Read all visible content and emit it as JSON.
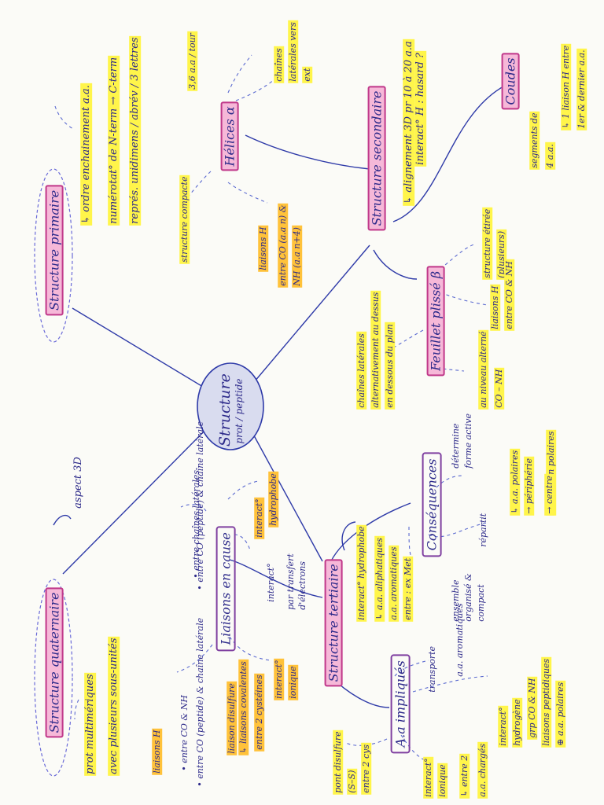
{
  "center": {
    "title": "Structure",
    "subtitle": "prot / peptide"
  },
  "primaire": {
    "title": "Structure primaire",
    "line1": "↳ ordre enchainement a.a.",
    "line2": "numérotat° de N-term → C-term",
    "line3": "représ. unidimens / abrév / 3 lettres"
  },
  "secondaire": {
    "title": "Structure secondaire",
    "line1": "↳ alignement 3D pr 10 à 20 a.a",
    "line2": "interact° H : hasard ?"
  },
  "tertiaire": {
    "title": "Structure tertiaire"
  },
  "quaternaire": {
    "title": "Structure quaternaire",
    "aspect": "aspect 3D"
  },
  "quat_text": {
    "line1": "prot multimériques",
    "line2": "avec plusieurs sous-unités",
    "arrow": "↓"
  },
  "helices": {
    "title": "Hélices α",
    "per_turn": "3,6 a.a / tour",
    "chains_1": "chaînes",
    "chains_2": "latérales vers",
    "chains_3": "ext",
    "struct_compacte": "structure compacte",
    "liaisons_1": "liaisons H",
    "liaisons_2": "entre CO (a.a n) &",
    "liaisons_3": "NH (a.a n+4)"
  },
  "coudes": {
    "title": "Coudes",
    "seg_1": "segments de",
    "seg_2": "4 a.a.",
    "lie_1": "↳ 1 liaison H entre",
    "lie_2": "1er & dernier a.a."
  },
  "feuillet": {
    "title": "Feuillet plissé β",
    "etiree_1": "structure étirée",
    "etiree_2": "(plusieurs)",
    "liaisons_1": "liaisons H",
    "liaisons_2": "entre CO & NH",
    "chaines_1": "chaînes latérales",
    "chaines_2": "alternativement au dessus",
    "chaines_3": "en dessous du plan",
    "niveau_1": "au niveau alterné",
    "niveau_2": "CO – NH"
  },
  "liaisons": {
    "title": "Liaisons en cause",
    "entre_1": "• entre chaînes latérales",
    "entre_2": "• entre CO (peptide) & chaîne latérale",
    "hydro_1": "interact°",
    "hydro_2": "hydrophobe",
    "transfert_1": "interact°",
    "transfert_2": "par transfert",
    "transfert_3": "d'électrons",
    "ionique_1": "interact°",
    "ionique_2": "ionique",
    "lh_1": "liaisons H",
    "lh_2": "• entre CO & NH",
    "lh_3": "• entre CO (peptide) & chaîne latérale",
    "disulf_1": "liaison disulfure",
    "disulf_2": "↳ liaisons covalentes",
    "disulf_3": "entre 2 cystéines"
  },
  "consequences": {
    "title": "Conséquences",
    "forme_1": "détermine",
    "forme_2": "forme active",
    "repartit": "répartit",
    "apolaires": "↳ a.a. polaires",
    "periph": "→ périphérie",
    "non_pol": "↳ a.a. non polaires",
    "centre": "→ centre",
    "ensemble_1": "ensemble",
    "ensemble_2": "organisé &",
    "ensemble_3": "compact"
  },
  "aa": {
    "title": "A.a impliqués",
    "transp_1": "transporte",
    "transp_2": "a.a. aromatiques",
    "hydro_1": "interact° hydrophobe",
    "hydro_2": "↳ a.a. aliphatiques",
    "hydro_3": "a.a. aromatiques",
    "hydro_4": "entre : ex Met",
    "pont_1": "pont disulfure",
    "pont_2": "(S–S)",
    "pont_3": "entre 2 cys",
    "ionique_1": "interact°",
    "ionique_2": "ionique",
    "ionique_3": "↳ entre 2",
    "ionique_4": "a.a. chargés",
    "hydrog_1": "interact°",
    "hydrog_2": "hydrogène",
    "hydrog_3": "grp CO & NH",
    "hydrog_4": "liaisons peptidiques",
    "hydrog_5": "⊕ a.a. polaires"
  }
}
